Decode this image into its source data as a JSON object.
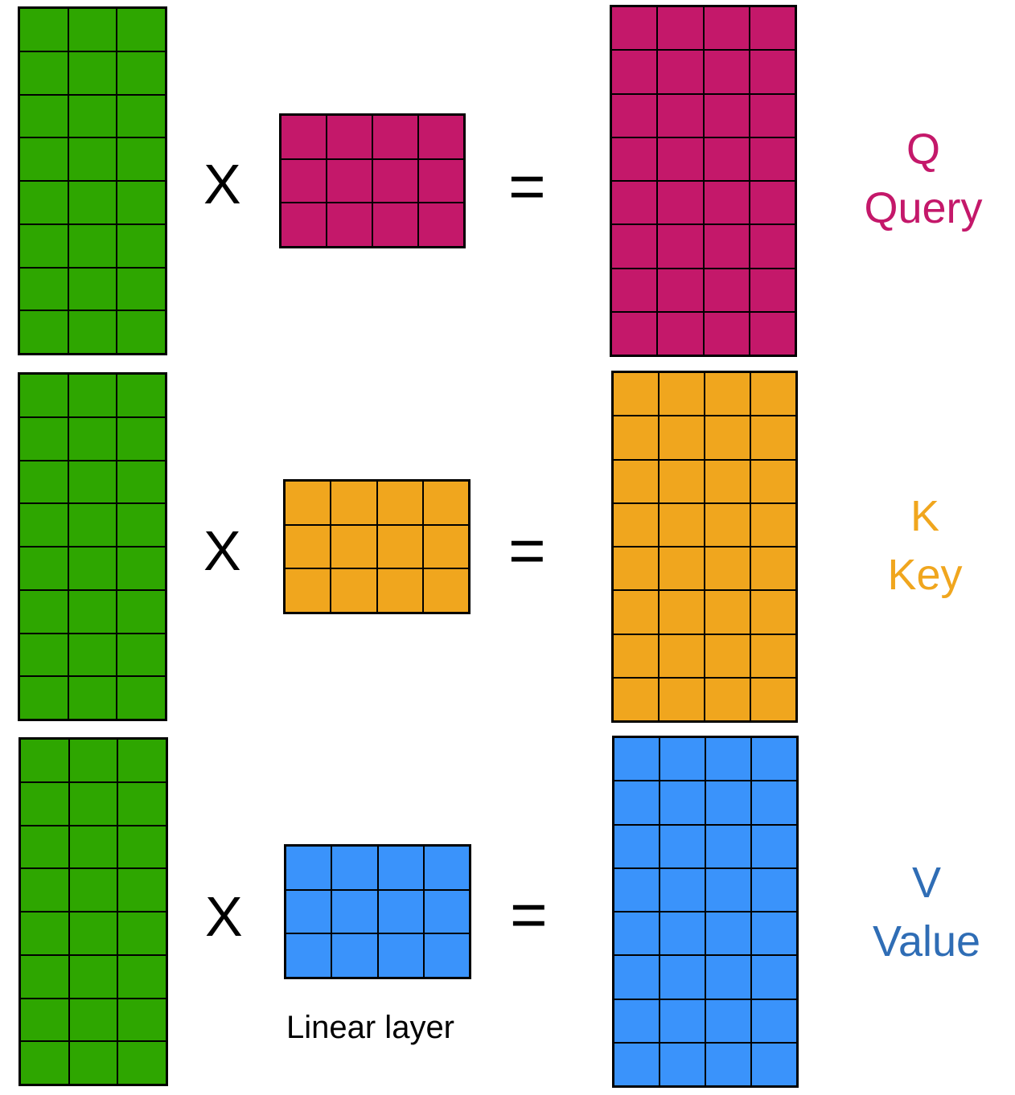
{
  "operators": {
    "multiply": "X",
    "equals": "="
  },
  "caption": "Linear layer",
  "colors": {
    "input": "#2ea600",
    "query": "#c4186a",
    "key": "#f0a61e",
    "value": "#3a93fb",
    "query_label": "#c4186a",
    "key_label": "#f0a61e",
    "value_label": "#2f6db5"
  },
  "matrices": {
    "input": {
      "rows": 8,
      "cols": 3
    },
    "weight": {
      "rows": 3,
      "cols": 4
    },
    "output": {
      "rows": 8,
      "cols": 4
    }
  },
  "rows": [
    {
      "key": "query",
      "letter": "Q",
      "name": "Query"
    },
    {
      "key": "key",
      "letter": "K",
      "name": "Key"
    },
    {
      "key": "value",
      "letter": "V",
      "name": "Value"
    }
  ]
}
